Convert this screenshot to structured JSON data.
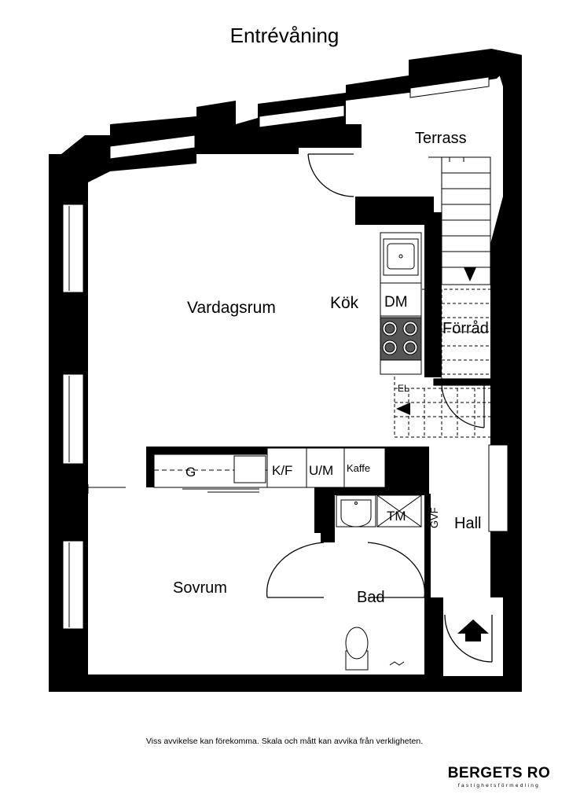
{
  "title": "Entrévåning",
  "rooms": {
    "terrass": "Terrass",
    "vardagsrum": "Vardagsrum",
    "kok": "Kök",
    "forrad": "Förråd",
    "hall": "Hall",
    "sovrum": "Sovrum",
    "bad": "Bad"
  },
  "fixtures": {
    "dm": "DM",
    "el": "EL",
    "g": "G",
    "kf": "K/F",
    "um": "U/M",
    "kaffe": "Kaffe",
    "tm": "TM",
    "gvf": "GVF"
  },
  "disclaimer": "Viss avvikelse kan förekomma. Skala och mått kan avvika från verkligheten.",
  "brand": {
    "name": "BERGETS RO",
    "tagline": "fastighetsförmedling"
  },
  "colors": {
    "wall": "#000000",
    "appliance": "#555555",
    "background": "#ffffff"
  }
}
